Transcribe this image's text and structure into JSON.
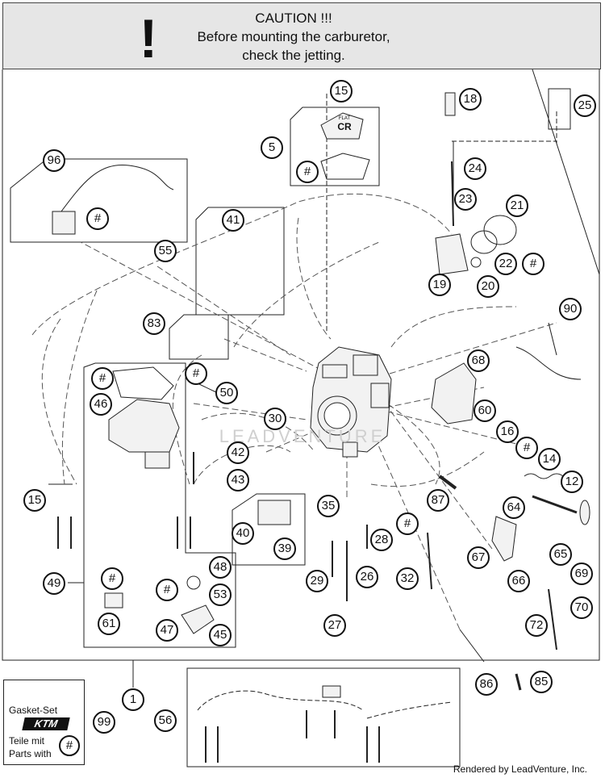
{
  "caution": {
    "mark": "!",
    "title": "CAUTION !!!",
    "line1": "Before mounting the carburetor,",
    "line2": "check the jetting."
  },
  "callouts": {
    "c1": "1",
    "c5": "5",
    "c12": "12",
    "c14": "14",
    "c15a": "15",
    "c15b": "15",
    "c16": "16",
    "c18": "18",
    "c19": "19",
    "c20": "20",
    "c21": "21",
    "c22": "22",
    "c23": "23",
    "c24": "24",
    "c25": "25",
    "c26": "26",
    "c27": "27",
    "c28": "28",
    "c29": "29",
    "c30": "30",
    "c32": "32",
    "c35": "35",
    "c39": "39",
    "c40": "40",
    "c41": "41",
    "c42": "42",
    "c43": "43",
    "c45": "45",
    "c46": "46",
    "c47": "47",
    "c48": "48",
    "c49": "49",
    "c50": "50",
    "c53": "53",
    "c55": "55",
    "c56": "56",
    "c60": "60",
    "c61": "61",
    "c64": "64",
    "c65": "65",
    "c66": "66",
    "c67": "67",
    "c68": "68",
    "c69": "69",
    "c70": "70",
    "c72": "72",
    "c83": "83",
    "c85": "85",
    "c86": "86",
    "c87": "87",
    "c90": "90",
    "c96": "96",
    "c99": "99",
    "h_5": "#",
    "h_96": "#",
    "h_22": "#",
    "h_83": "#",
    "h_49": "#",
    "h_14": "#",
    "h_32": "#",
    "h_48": "#",
    "h_53": "#"
  },
  "cover_label": {
    "line1": "FLAT",
    "line2": "CR"
  },
  "gasket_set": {
    "title": "Gasket-Set",
    "brand": "KTM",
    "line_de": "Teile mit",
    "line_en": "Parts with",
    "hash": "#"
  },
  "watermark": "LEADVENTURE",
  "footer": {
    "credit": "Rendered by LeadVenture, Inc."
  },
  "colors": {
    "caution_bg": "#e6e6e6",
    "line": "#222222",
    "part_fill": "#f2f2f2",
    "watermark": "#cfcfcf"
  }
}
